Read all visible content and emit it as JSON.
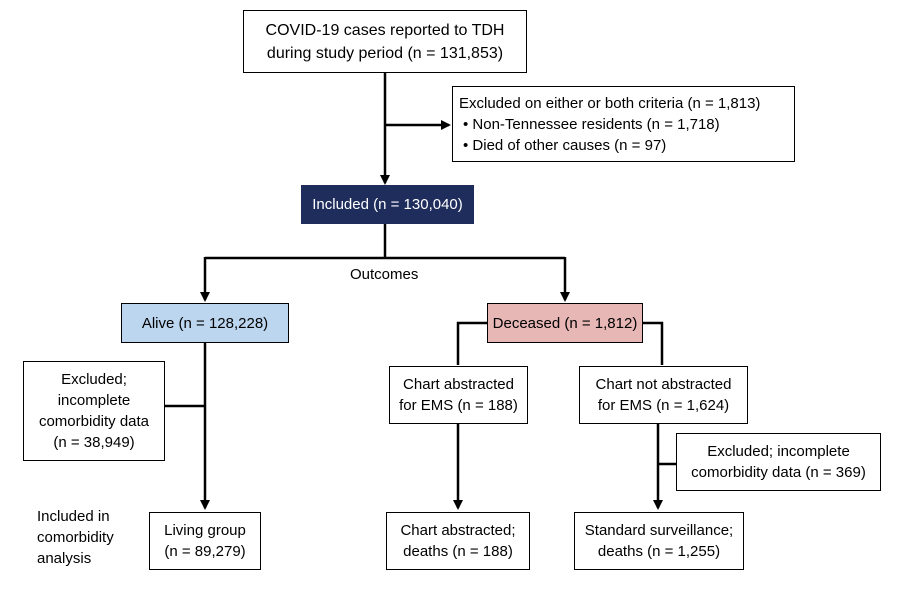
{
  "colors": {
    "included_fill": "#1f2d5c",
    "alive_fill": "#bcd6ef",
    "deceased_fill": "#e6b7b5",
    "line": "#000000"
  },
  "boxes": {
    "reported": {
      "line1": "COVID-19 cases reported to TDH",
      "line2": "during study period (n = 131,853)"
    },
    "excluded_criteria": {
      "title": "Excluded on either or both criteria (n = 1,813)",
      "item1": "• Non-Tennessee residents (n = 1,718)",
      "item2": "• Died of other causes (n = 97)"
    },
    "included": {
      "text": "Included (n = 130,040)"
    },
    "outcomes_label": "Outcomes",
    "alive": {
      "text": "Alive (n = 128,228)"
    },
    "deceased": {
      "text": "Deceased (n = 1,812)"
    },
    "excluded_alive": {
      "line1": "Excluded;",
      "line2": "incomplete",
      "line3": "comorbidity data",
      "line4": "(n = 38,949)"
    },
    "chart_abstracted": {
      "line1": "Chart abstracted",
      "line2": "for EMS (n = 188)"
    },
    "chart_not_abstracted": {
      "line1": "Chart not abstracted",
      "line2": "for EMS (n = 1,624)"
    },
    "excluded_deceased": {
      "line1": "Excluded; incomplete",
      "line2": "comorbidity data (n = 369)"
    },
    "included_label": {
      "line1": "Included in",
      "line2": "comorbidity",
      "line3": "analysis"
    },
    "living_group": {
      "line1": "Living group",
      "line2": "(n = 89,279)"
    },
    "chart_deaths": {
      "line1": "Chart abstracted;",
      "line2": "deaths (n = 188)"
    },
    "standard_deaths": {
      "line1": "Standard surveillance;",
      "line2": "deaths (n = 1,255)"
    }
  }
}
